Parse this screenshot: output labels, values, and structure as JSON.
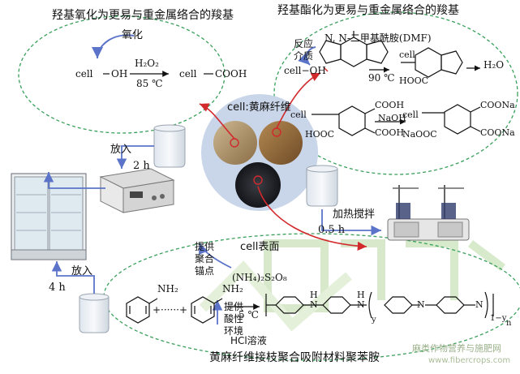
{
  "title_oxidation": "羟基氧化为更易与重金属络合的羧基",
  "title_esterification": "羟基酯化为更易与重金属络合的羧基",
  "title_polymerization": "黄麻纤维接枝聚合吸附材料聚苯胺",
  "oxidation": {
    "label_oxidize": "氧化",
    "reactant_cell": "cell",
    "reactant_group": "OH",
    "reagent": "H₂O₂",
    "temperature": "85 ℃",
    "product_cell": "cell",
    "product_group": "COOH"
  },
  "esterification": {
    "medium": [
      "反应",
      "介质"
    ],
    "solvent": "N, N-二甲基酰胺(DMF)",
    "reactant": "cell−OH",
    "temperature": "90 ℃",
    "byproduct": "H₂O",
    "ester_cell": "cell",
    "cooh1": "COOH",
    "cooh2": "COOH",
    "hooc1": "HOOC",
    "hooc2": "HOOC",
    "naoh": "NaOH",
    "product_cell": "cell",
    "coona1": "COONa",
    "coona2": "COONa",
    "naooc": "NaOOC"
  },
  "center_label": "cell:黄麻纤维",
  "steps": {
    "put_in_1": "放入",
    "time_2h": "2 h",
    "put_in_2": "放入",
    "time_4h": "4 h",
    "heat_stir": "加热搅拌",
    "time_05h": "0.5 h"
  },
  "polymerization": {
    "provide_sites": [
      "提供",
      "聚合",
      "锚点"
    ],
    "cell_surface": "cell表面",
    "oxidant": "(NH₄)₂S₂O₈",
    "temp": "5 ℃",
    "provide_acid": [
      "提供",
      "酸性",
      "环境"
    ],
    "hcl": "HCl溶液",
    "nh2_1": "NH₂",
    "nh2_2": "NH₂",
    "plus": "+······+",
    "polymer_h1": "H",
    "polymer_n1": "N",
    "polymer_h2": "H",
    "polymer_n2": "N",
    "polymer_n3": "N",
    "polymer_n4": "N",
    "sub_y": "y",
    "sub_1y_n": "1−y",
    "sub_n": "n"
  },
  "watermark": {
    "line1": "麻类作物营养与施肥网",
    "line2": "www.fibercrops.com"
  },
  "colors": {
    "dash_outline": "#3aa05c",
    "blue_arrow": "#5b74c9",
    "red_arrow": "#d1292c",
    "watermark": "#b7d8a0",
    "photo_circle": "#c9d5e8"
  }
}
